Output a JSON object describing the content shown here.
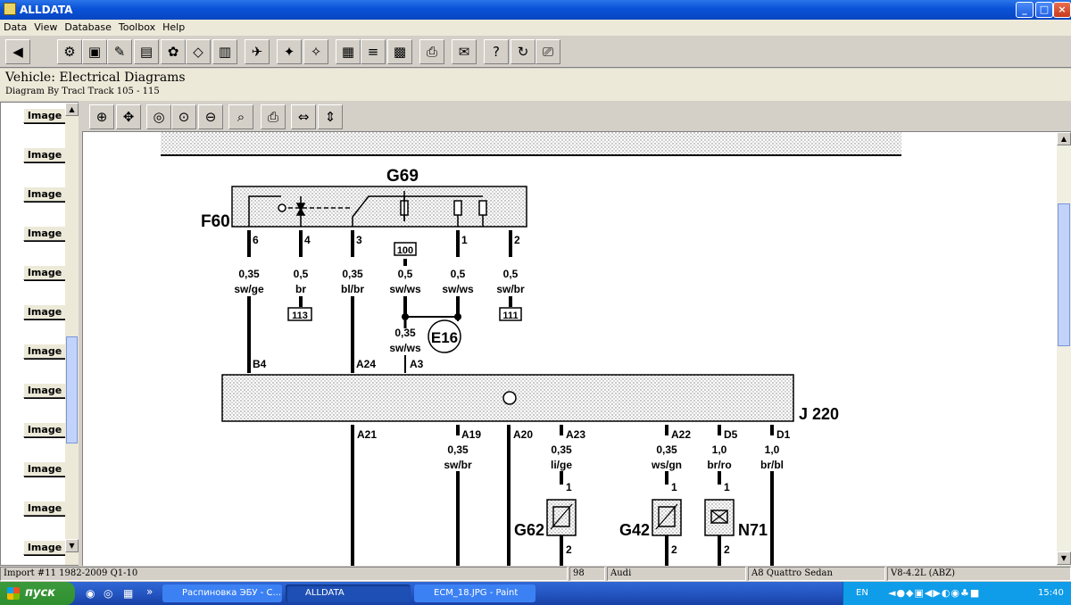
{
  "window": {
    "title": "ALLDATA",
    "min": "_",
    "max": "□",
    "close": "×"
  },
  "menu": [
    "Data",
    "View",
    "Database",
    "Toolbox",
    "Help"
  ],
  "info": {
    "vehicle": "Vehicle:  Electrical Diagrams",
    "diagram": "Diagram By Tracl  Track 105 - 115"
  },
  "sidebar": {
    "button_label": "Image",
    "count": 12
  },
  "diagram": {
    "components": {
      "g69": "G69",
      "f60": "F60",
      "e16": "E16",
      "j220": "J 220",
      "g62": "G62",
      "g42": "G42",
      "n71": "N71"
    },
    "top_pins": [
      {
        "pin": "6",
        "size": "0,35",
        "color": "sw/ge"
      },
      {
        "pin": "4",
        "size": "0,5",
        "color": "br"
      },
      {
        "pin": "3",
        "size": "0,35",
        "color": "bl/br"
      },
      {
        "pin": "",
        "size": "0,5",
        "color": "sw/ws"
      },
      {
        "pin": "1",
        "size": "0,5",
        "color": "sw/ws"
      },
      {
        "pin": "2",
        "size": "0,5",
        "color": "sw/br"
      }
    ],
    "refs": {
      "r113": "113",
      "r100": "100",
      "r111": "111"
    },
    "e16_wire": {
      "size": "0,35",
      "color": "sw/ws"
    },
    "ecu_pins_top": [
      "B4",
      "A24",
      "A3"
    ],
    "ecu_pins_bottom": [
      {
        "pin": "A21",
        "size": "",
        "color": ""
      },
      {
        "pin": "A19",
        "size": "0,35",
        "color": "sw/br"
      },
      {
        "pin": "A20",
        "size": "",
        "color": ""
      },
      {
        "pin": "A23",
        "size": "0,35",
        "color": "li/ge"
      },
      {
        "pin": "A22",
        "size": "0,35",
        "color": "ws/gn"
      },
      {
        "pin": "D5",
        "size": "1,0",
        "color": "br/ro"
      },
      {
        "pin": "D1",
        "size": "1,0",
        "color": "br/bl"
      }
    ],
    "sensor_pins": [
      "1",
      "2"
    ]
  },
  "status": {
    "import": "Import #11 1982-2009 Q1-10",
    "year": "98",
    "make": "Audi",
    "model": "A8 Quattro Sedan",
    "engine": "V8-4.2L (ABZ)"
  },
  "taskbar": {
    "start": "пуск",
    "tasks": [
      "Распиновка ЭБУ - С...",
      "ALLDATA",
      "ECM_18.JPG - Paint"
    ],
    "lang": "EN",
    "time": "15:40",
    "chevron": "»"
  }
}
